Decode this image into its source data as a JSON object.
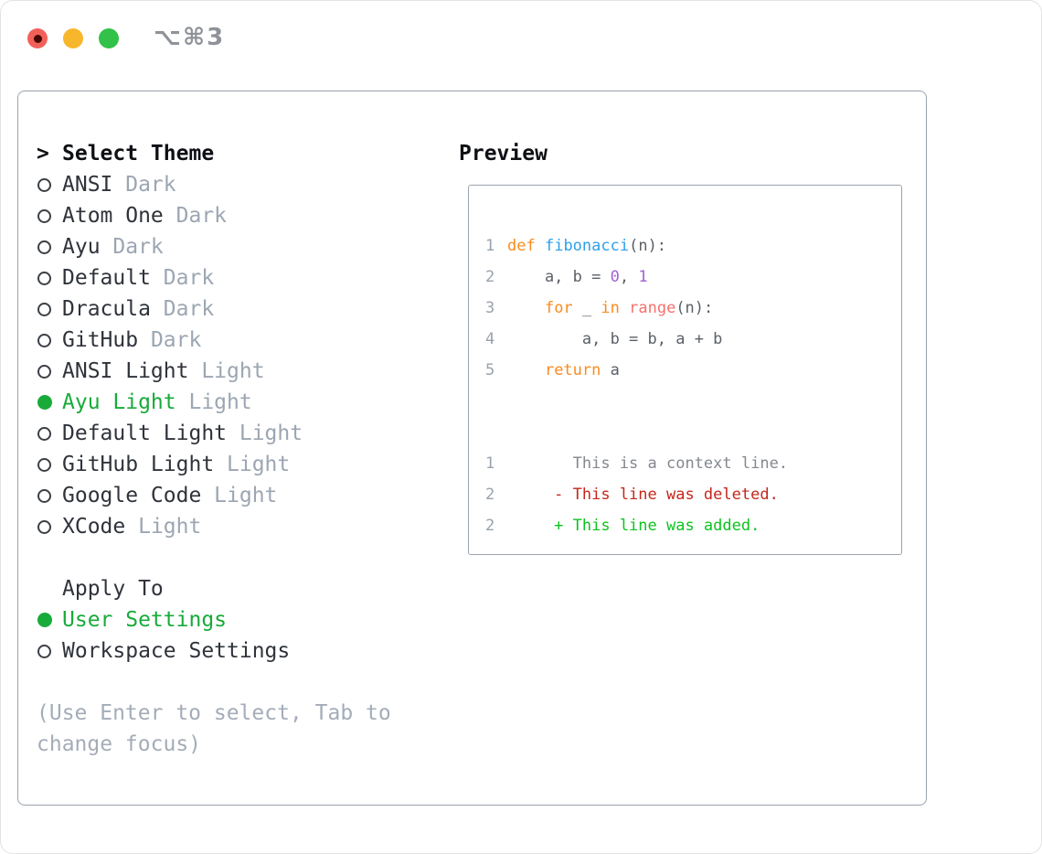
{
  "window": {
    "title": "⌥⌘3",
    "traffic_lights": [
      "close",
      "minimize",
      "zoom"
    ]
  },
  "theme_picker": {
    "prompt": ">",
    "header": "Select Theme",
    "items": [
      {
        "name": "ANSI",
        "variant": "Dark",
        "selected": false
      },
      {
        "name": "Atom One",
        "variant": "Dark",
        "selected": false
      },
      {
        "name": "Ayu",
        "variant": "Dark",
        "selected": false
      },
      {
        "name": "Default",
        "variant": "Dark",
        "selected": false
      },
      {
        "name": "Dracula",
        "variant": "Dark",
        "selected": false
      },
      {
        "name": "GitHub",
        "variant": "Dark",
        "selected": false
      },
      {
        "name": "ANSI Light",
        "variant": "Light",
        "selected": false
      },
      {
        "name": "Ayu Light",
        "variant": "Light",
        "selected": true
      },
      {
        "name": "Default Light",
        "variant": "Light",
        "selected": false
      },
      {
        "name": "GitHub Light",
        "variant": "Light",
        "selected": false
      },
      {
        "name": "Google Code",
        "variant": "Light",
        "selected": false
      },
      {
        "name": "XCode",
        "variant": "Light",
        "selected": false
      }
    ]
  },
  "apply_to": {
    "header": "Apply To",
    "items": [
      {
        "name": "User Settings",
        "selected": true
      },
      {
        "name": "Workspace Settings",
        "selected": false
      }
    ]
  },
  "help_text": "(Use Enter to select, Tab to change focus)",
  "preview": {
    "header": "Preview",
    "lines": [
      {
        "num": "1",
        "tokens": [
          {
            "t": "def",
            "c": "keyword"
          },
          {
            "t": " ",
            "c": "fg"
          },
          {
            "t": "fibonacci",
            "c": "func"
          },
          {
            "t": "(n):",
            "c": "fg"
          }
        ]
      },
      {
        "num": "2",
        "tokens": [
          {
            "t": "    a, b = ",
            "c": "fg"
          },
          {
            "t": "0",
            "c": "number"
          },
          {
            "t": ", ",
            "c": "fg"
          },
          {
            "t": "1",
            "c": "number"
          }
        ]
      },
      {
        "num": "3",
        "tokens": [
          {
            "t": "    ",
            "c": "fg"
          },
          {
            "t": "for",
            "c": "keyword"
          },
          {
            "t": " _ ",
            "c": "fg"
          },
          {
            "t": "in",
            "c": "keyword"
          },
          {
            "t": " ",
            "c": "fg"
          },
          {
            "t": "range",
            "c": "builtin"
          },
          {
            "t": "(n):",
            "c": "fg"
          }
        ]
      },
      {
        "num": "4",
        "tokens": [
          {
            "t": "        a, b = b, a + b",
            "c": "fg"
          }
        ]
      },
      {
        "num": "5",
        "tokens": [
          {
            "t": "    ",
            "c": "fg"
          },
          {
            "t": "return",
            "c": "keyword"
          },
          {
            "t": " a",
            "c": "fg"
          }
        ]
      },
      {
        "num": "",
        "tokens": []
      },
      {
        "num": "",
        "tokens": []
      },
      {
        "num": "1",
        "tokens": [
          {
            "t": "       This is a context line.",
            "c": "context"
          }
        ]
      },
      {
        "num": "2",
        "tokens": [
          {
            "t": "     - This line was deleted.",
            "c": "deleted"
          }
        ]
      },
      {
        "num": "2",
        "tokens": [
          {
            "t": "     + This line was added.",
            "c": "added"
          }
        ]
      }
    ]
  },
  "colors": {
    "titlefg": "#8f9399",
    "border": "#9aa3ad",
    "headerfg": "#0e1014",
    "itemfg": "#2f333a",
    "muted": "#9ca6b2",
    "help": "#a4acb8",
    "green": "#18ab39",
    "radio": "#3b4046",
    "gutter": "#99a2ad",
    "codefg": "#5b6066",
    "keyword": "#f88c20",
    "func": "#2fa0e8",
    "number": "#a263cf",
    "builtin": "#f3716d",
    "context": "#84888e",
    "deleted": "#c4271b",
    "added": "#0cc31f",
    "tl-red": "#f2605a",
    "tl-red-dot": "#470804",
    "tl-yellow": "#f8b62d",
    "tl-green": "#32c149"
  }
}
